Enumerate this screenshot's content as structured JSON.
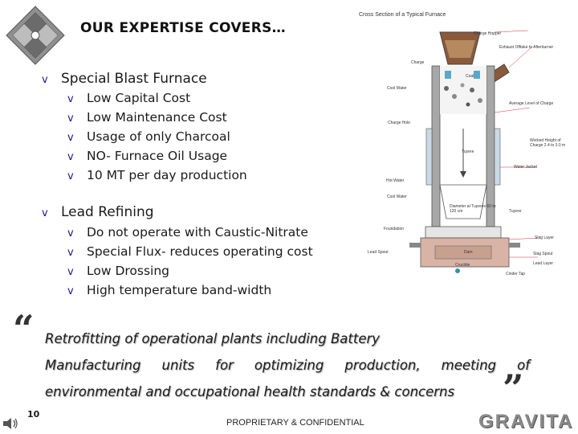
{
  "title": "OUR EXPERTISE COVERS…",
  "section1": {
    "heading": "Special Blast Furnace",
    "items": [
      "Low Capital Cost",
      "Low Maintenance Cost",
      "Usage of only Charcoal",
      "NO- Furnace Oil Usage",
      "10 MT per day production"
    ]
  },
  "section2": {
    "heading": "Lead Refining",
    "items": [
      "Do not operate with Caustic-Nitrate",
      "Special Flux- reduces operating cost",
      "Low Drossing",
      "High temperature band-width"
    ]
  },
  "bullet_symbol": "v",
  "retrofit": {
    "line1": "Retrofitting of operational plants including Battery",
    "line2": "Manufacturing units for optimizing production, meeting of",
    "line3": "environmental and occupational health standards & concerns"
  },
  "quote_open": "“",
  "quote_close": "”",
  "page_number": "10",
  "footer": "PROPRIETARY & CONFIDENTIAL",
  "brand": "GRAVITA",
  "furnace": {
    "title": "Cross Section of a Typical Furnace",
    "labels": {
      "charge_hopper": "Charge Hopper",
      "exhaust": "Exhaust Offtake to Afterburner",
      "charge": "Charge",
      "coal": "Coal",
      "cool_water": "Cool Water",
      "avg_level": "Average Level of Charge",
      "charge_hole": "Charge Hole",
      "tuyere": "Tuyere",
      "working_height": "Worked Height of Charge 2.4 to 3.0 m",
      "water_jacket": "Water Jacket",
      "hot_water": "Hot Water",
      "cool_water2": "Cool Water",
      "diameter": "Diameter at Tuyeres 60 to 120 cm",
      "tuyere2": "Tuyere",
      "foundation": "Foundation",
      "slag_layer": "Slag Layer",
      "lead_spout": "Lead Spout",
      "dam": "Dam",
      "slag_spout": "Slag Spout",
      "crucible": "Crucible",
      "lead_layer": "Lead Layer",
      "cinder_tap": "Cinder Tap"
    }
  },
  "colors": {
    "bullet": "#1a1a8c",
    "brand": "#8a8a8a",
    "furnace_shell": "#a7a7a7",
    "hearth": "#d9b3a6"
  }
}
